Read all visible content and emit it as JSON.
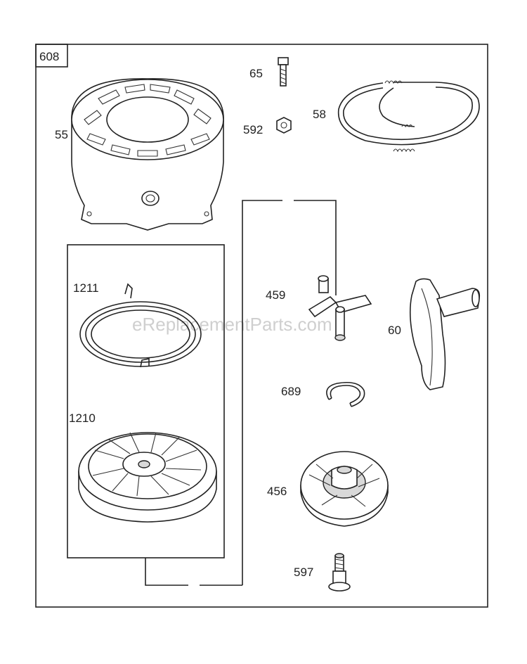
{
  "diagram": {
    "assembly_number": "608",
    "watermark": "eReplacementParts.com",
    "parts": [
      {
        "id": "p55",
        "label": "55"
      },
      {
        "id": "p65",
        "label": "65"
      },
      {
        "id": "p592",
        "label": "592"
      },
      {
        "id": "p58",
        "label": "58"
      },
      {
        "id": "p1211",
        "label": "1211"
      },
      {
        "id": "p1210",
        "label": "1210"
      },
      {
        "id": "p459",
        "label": "459"
      },
      {
        "id": "p60",
        "label": "60"
      },
      {
        "id": "p689",
        "label": "689"
      },
      {
        "id": "p456",
        "label": "456"
      },
      {
        "id": "p597",
        "label": "597"
      }
    ]
  }
}
